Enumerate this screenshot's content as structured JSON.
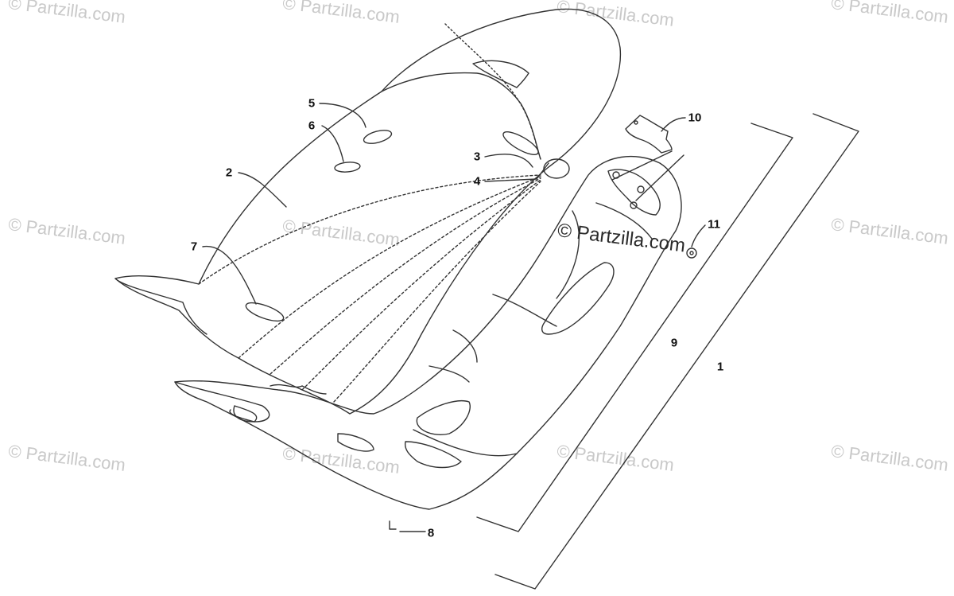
{
  "watermark": {
    "text": "© Partzilla.com",
    "center_text": "© Partzilla.com"
  },
  "callouts": {
    "c1": "1",
    "c2": "2",
    "c3": "3",
    "c4": "4",
    "c5": "5",
    "c6": "6",
    "c7": "7",
    "c8": "8",
    "c9": "9",
    "c10": "10",
    "c11": "11"
  },
  "colors": {
    "line": "#333333",
    "watermark": "#c9c9c9",
    "background": "#ffffff"
  }
}
